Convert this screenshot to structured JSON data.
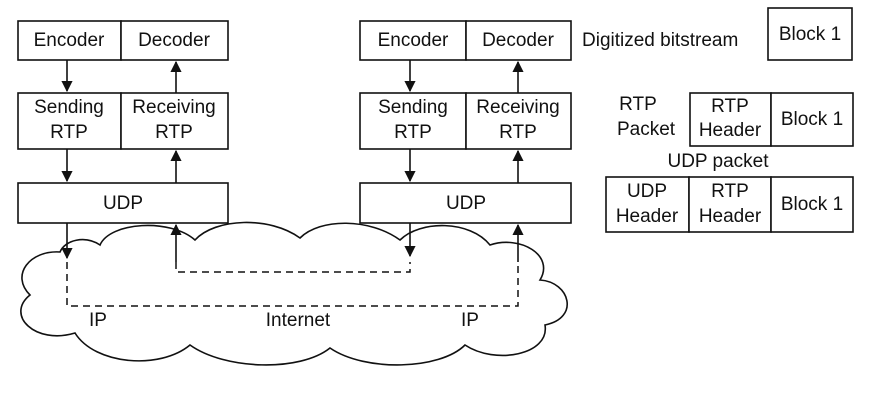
{
  "left_stack": {
    "encoder": "Encoder",
    "decoder": "Decoder",
    "sending_rtp": [
      "Sending",
      "RTP"
    ],
    "receiving_rtp": [
      "Receiving",
      "RTP"
    ],
    "udp": "UDP"
  },
  "right_stack": {
    "encoder": "Encoder",
    "decoder": "Decoder",
    "sending_rtp": [
      "Sending",
      "RTP"
    ],
    "receiving_rtp": [
      "Receiving",
      "RTP"
    ],
    "udp": "UDP"
  },
  "network": {
    "ip_left": "IP",
    "internet": "Internet",
    "ip_right": "IP"
  },
  "legend": {
    "digitized_bitstream": "Digitized bitstream",
    "block": "Block 1",
    "rtp_packet": [
      "RTP",
      "Packet"
    ],
    "rtp_header": [
      "RTP",
      "Header"
    ],
    "udp_packet": "UDP packet",
    "udp_header": [
      "UDP",
      "Header"
    ]
  }
}
